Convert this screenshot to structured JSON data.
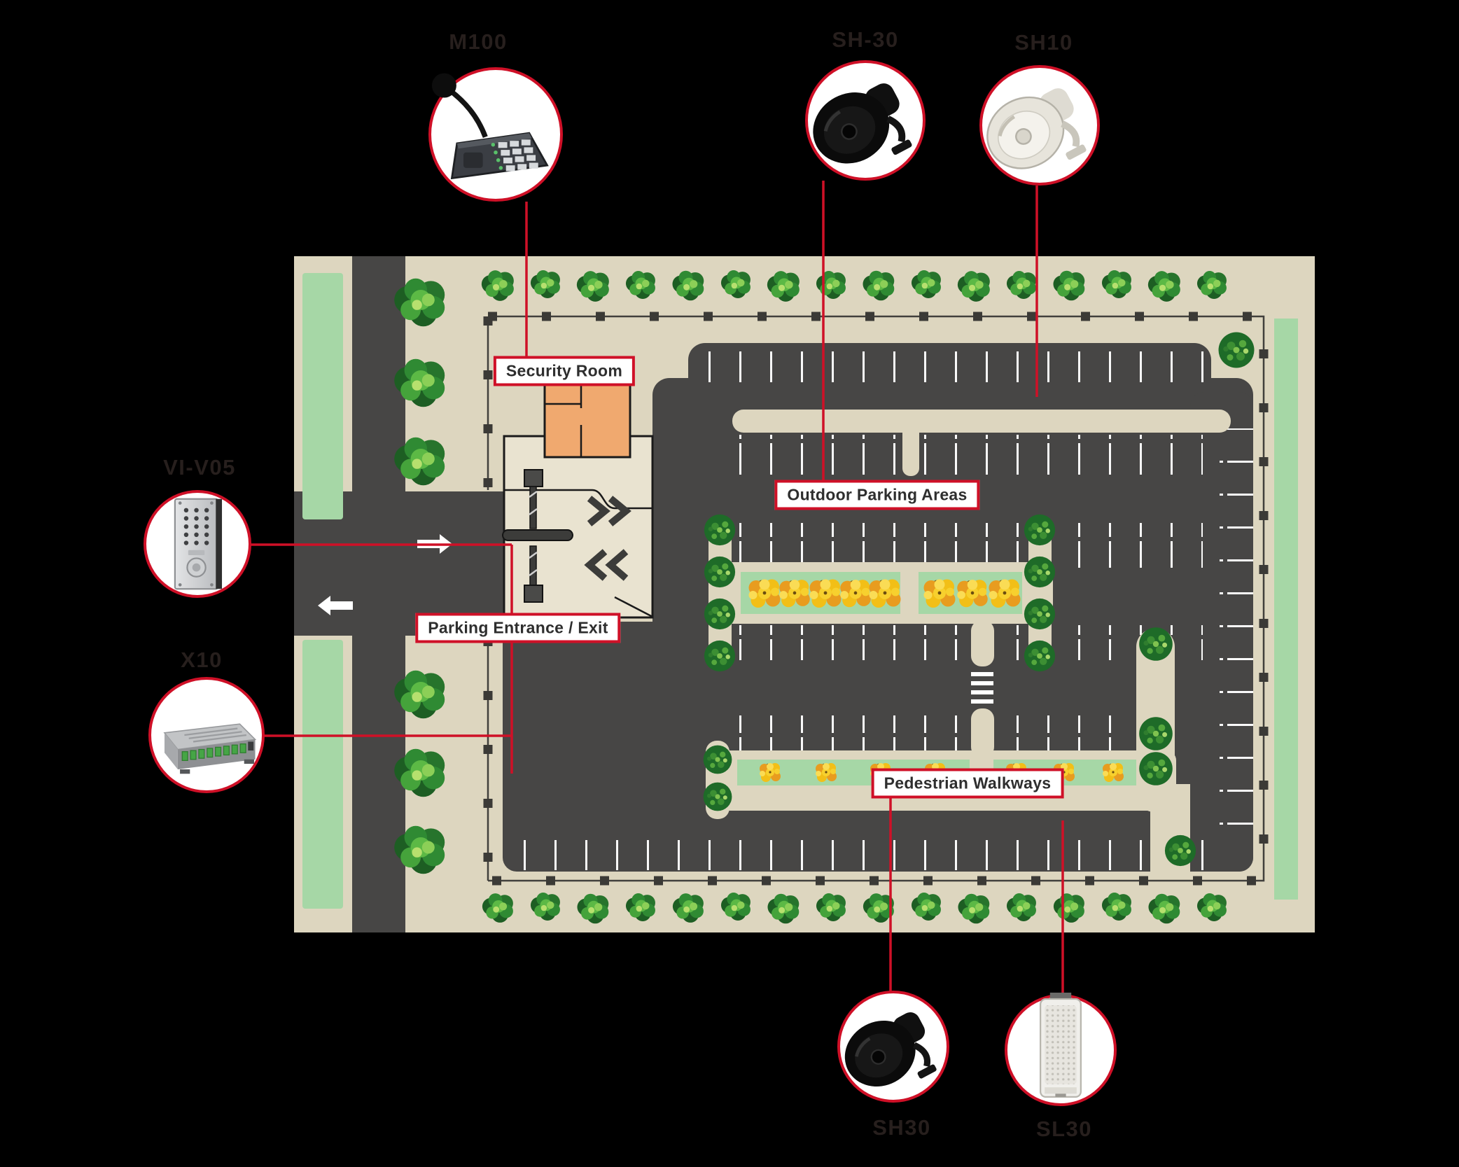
{
  "page": {
    "background": "#000000"
  },
  "palette": {
    "accent_red": "#cf1027",
    "map_beige": "#ddd6bf",
    "road_gray": "#474645",
    "landscape_green": "#a6d7a6",
    "building_beige": "#e9e3d0",
    "security_room_orange": "#f0a96f",
    "device_label_gray": "#271f1d"
  },
  "devices": [
    {
      "id": "m100",
      "label": "M100",
      "icon": "paging-microphone"
    },
    {
      "id": "sh30-top",
      "label": "SH-30",
      "icon": "horn-speaker-black"
    },
    {
      "id": "sh10",
      "label": "SH10",
      "icon": "horn-speaker-white"
    },
    {
      "id": "vi-v05",
      "label": "VI-V05",
      "icon": "door-intercom"
    },
    {
      "id": "x10",
      "label": "X10",
      "icon": "amplifier"
    },
    {
      "id": "sh30-bottom",
      "label": "SH30",
      "icon": "horn-speaker-black"
    },
    {
      "id": "sl30",
      "label": "SL30",
      "icon": "column-speaker"
    }
  ],
  "map_labels": [
    {
      "id": "security-room",
      "text": "Security Room"
    },
    {
      "id": "outdoor-parking-areas",
      "text": "Outdoor Parking Areas"
    },
    {
      "id": "parking-entrance-exit",
      "text": "Parking Entrance / Exit"
    },
    {
      "id": "pedestrian-walkways",
      "text": "Pedestrian Walkways"
    }
  ]
}
